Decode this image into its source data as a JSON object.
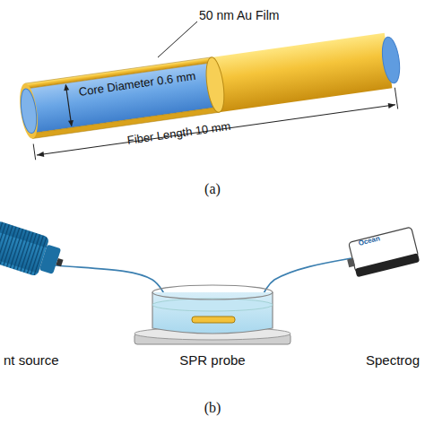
{
  "diagram": {
    "labels": [
      "50 nm Au Film",
      "Core Diameter 0.6 mm",
      "Fiber Length 10 mm",
      "(a)",
      "nt source",
      "SPR probe",
      "Spectrog",
      "(b)",
      "Ocean"
    ]
  }
}
